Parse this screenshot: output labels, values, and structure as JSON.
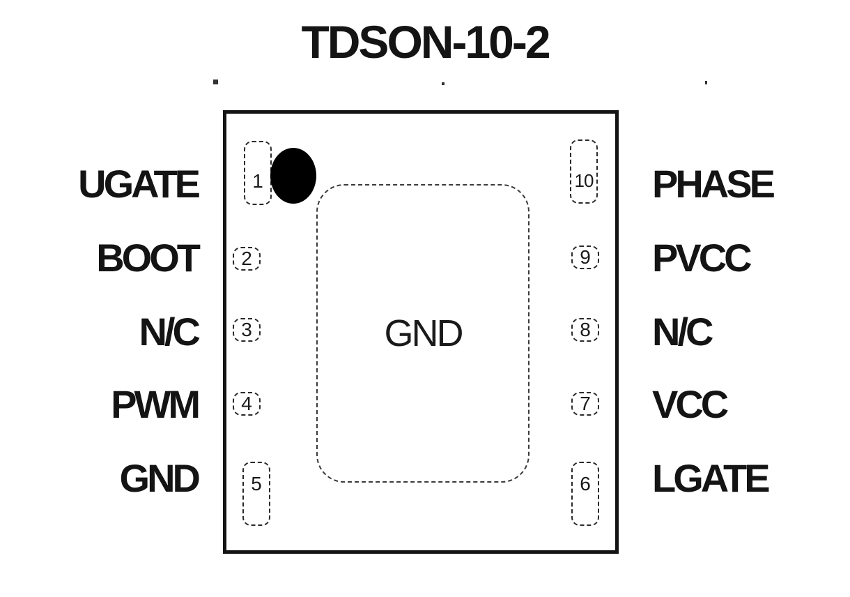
{
  "title": "TDSON-10-2",
  "center_label": "GND",
  "pins_left": [
    {
      "number": "1",
      "name": "UGATE"
    },
    {
      "number": "2",
      "name": "BOOT"
    },
    {
      "number": "3",
      "name": "N/C"
    },
    {
      "number": "4",
      "name": "PWM"
    },
    {
      "number": "5",
      "name": "GND"
    }
  ],
  "pins_right": [
    {
      "number": "10",
      "name": "PHASE"
    },
    {
      "number": "9",
      "name": "PVCC"
    },
    {
      "number": "8",
      "name": "N/C"
    },
    {
      "number": "7",
      "name": "VCC"
    },
    {
      "number": "6",
      "name": "LGATE"
    }
  ],
  "colors": {
    "outline": "#141414",
    "pin1_marker": "#000000",
    "background": "#ffffff"
  }
}
